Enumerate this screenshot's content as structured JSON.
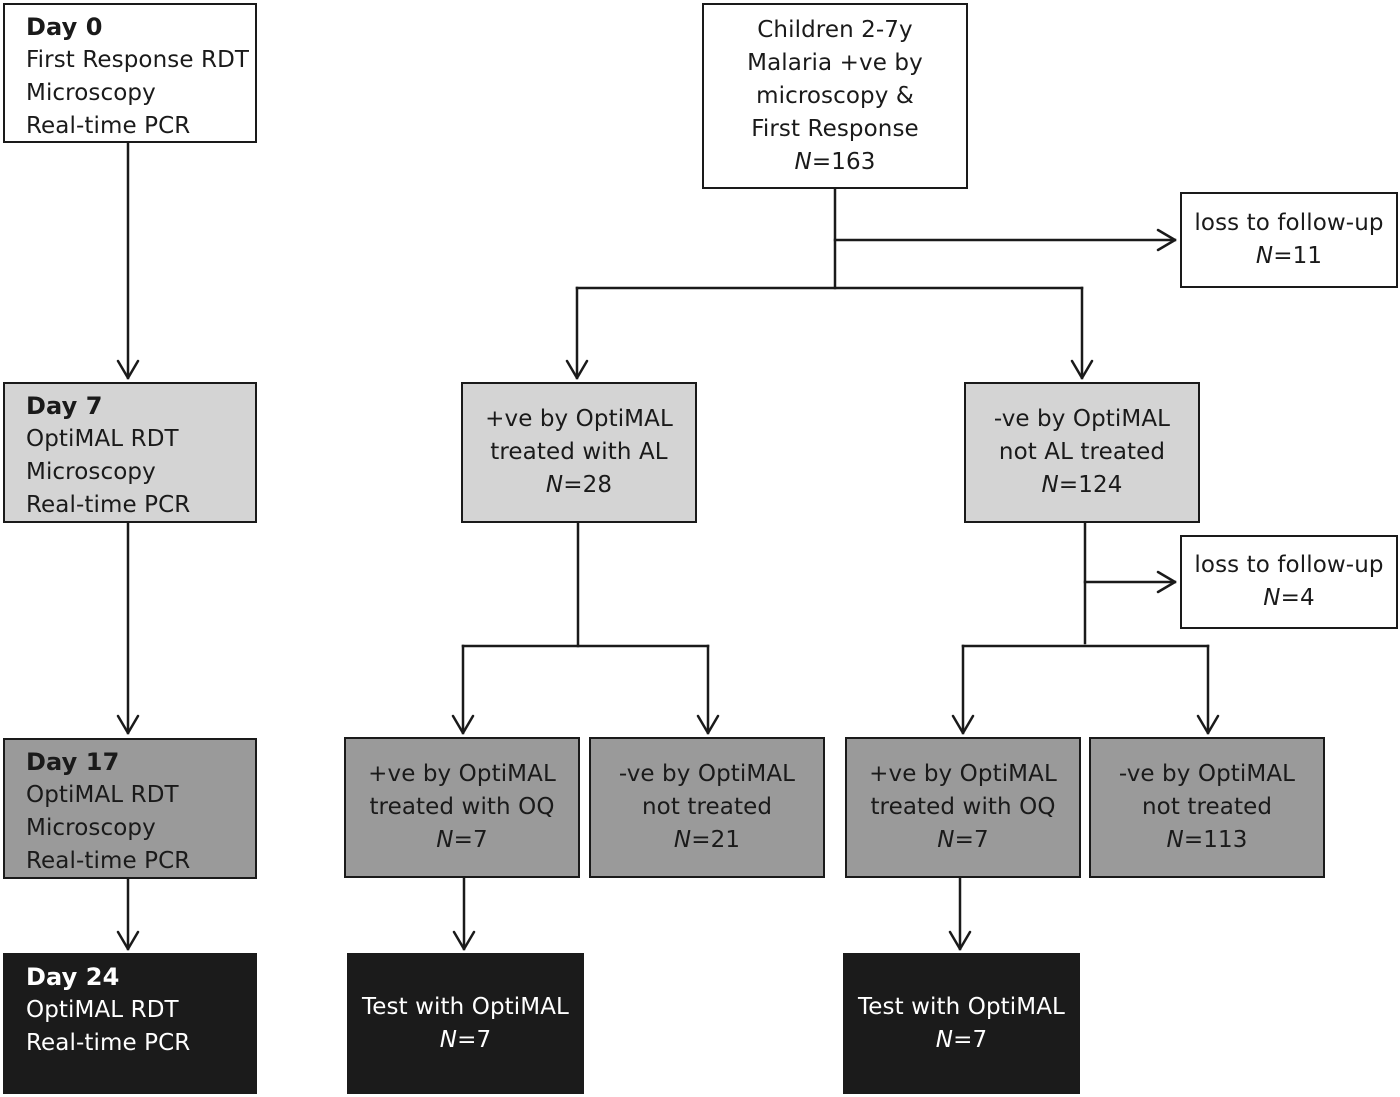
{
  "colors": {
    "line": "#1a1a1a",
    "white": "#ffffff",
    "light_gray": "#d4d4d4",
    "mid_gray": "#9a9a9a",
    "dark": "#1b1b1b"
  },
  "timeline": [
    {
      "day": "Day 0",
      "tests": [
        "First Response RDT",
        "Microscopy",
        "Real-time PCR"
      ]
    },
    {
      "day": "Day 7",
      "tests": [
        "OptiMAL RDT",
        "Microscopy",
        "Real-time PCR"
      ]
    },
    {
      "day": "Day 17",
      "tests": [
        "OptiMAL RDT",
        "Microscopy",
        "Real-time PCR"
      ]
    },
    {
      "day": "Day 24",
      "tests": [
        "OptiMAL RDT",
        "Real-time PCR"
      ]
    }
  ],
  "nodes": {
    "root": {
      "lines": [
        "Children 2-7y",
        "Malaria +ve by",
        "microscopy &",
        "First Response"
      ],
      "n_label": "N",
      "n_value": "=163"
    },
    "loss_1": {
      "lines": [
        "loss to follow-up"
      ],
      "n_label": "N",
      "n_value": "=11"
    },
    "day7_pos": {
      "lines": [
        "+ve by OptiMAL",
        "treated with AL"
      ],
      "n_label": "N",
      "n_value": "=28"
    },
    "day7_neg": {
      "lines": [
        "-ve by OptiMAL",
        "not AL treated"
      ],
      "n_label": "N",
      "n_value": "=124"
    },
    "loss_2": {
      "lines": [
        "loss to follow-up"
      ],
      "n_label": "N",
      "n_value": "=4"
    },
    "day17_pos_oq_a": {
      "lines": [
        "+ve by OptiMAL",
        "treated with OQ"
      ],
      "n_label": "N",
      "n_value": "=7"
    },
    "day17_neg_a": {
      "lines": [
        "-ve by OptiMAL",
        "not treated"
      ],
      "n_label": "N",
      "n_value": "=21"
    },
    "day17_pos_oq_b": {
      "lines": [
        "+ve by OptiMAL",
        "treated with OQ"
      ],
      "n_label": "N",
      "n_value": "=7"
    },
    "day17_neg_b": {
      "lines": [
        "-ve by OptiMAL",
        "not treated"
      ],
      "n_label": "N",
      "n_value": "=113"
    },
    "day24_a": {
      "lines": [
        "Test with OptiMAL"
      ],
      "n_label": "N",
      "n_value": "=7"
    },
    "day24_b": {
      "lines": [
        "Test with OptiMAL"
      ],
      "n_label": "N",
      "n_value": "=7"
    }
  }
}
